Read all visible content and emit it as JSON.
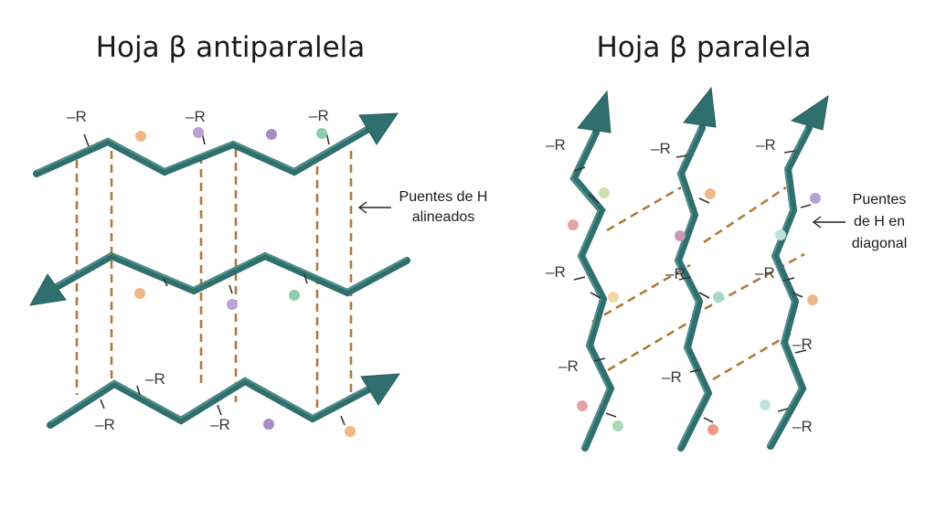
{
  "left_panel": {
    "title": "Hoja β antiparalela",
    "annotation_line1": "Puentes de H",
    "annotation_line2": "alineados",
    "r_label": "–R"
  },
  "right_panel": {
    "title": "Hoja β paralela",
    "annotation_line1": "Puentes",
    "annotation_line2": "de H en",
    "annotation_line3": "diagonal",
    "r_label": "–R"
  },
  "colors": {
    "strand": "#2f6f6d",
    "hbond": "#b07a3a",
    "dot_orange": "#f0b888",
    "dot_purple": "#b7a1d6",
    "dot_green": "#8fcbb0",
    "dot_pink": "#e6a4a8",
    "dot_lime": "#cfe0a8",
    "dot_violet": "#a98bc8"
  }
}
